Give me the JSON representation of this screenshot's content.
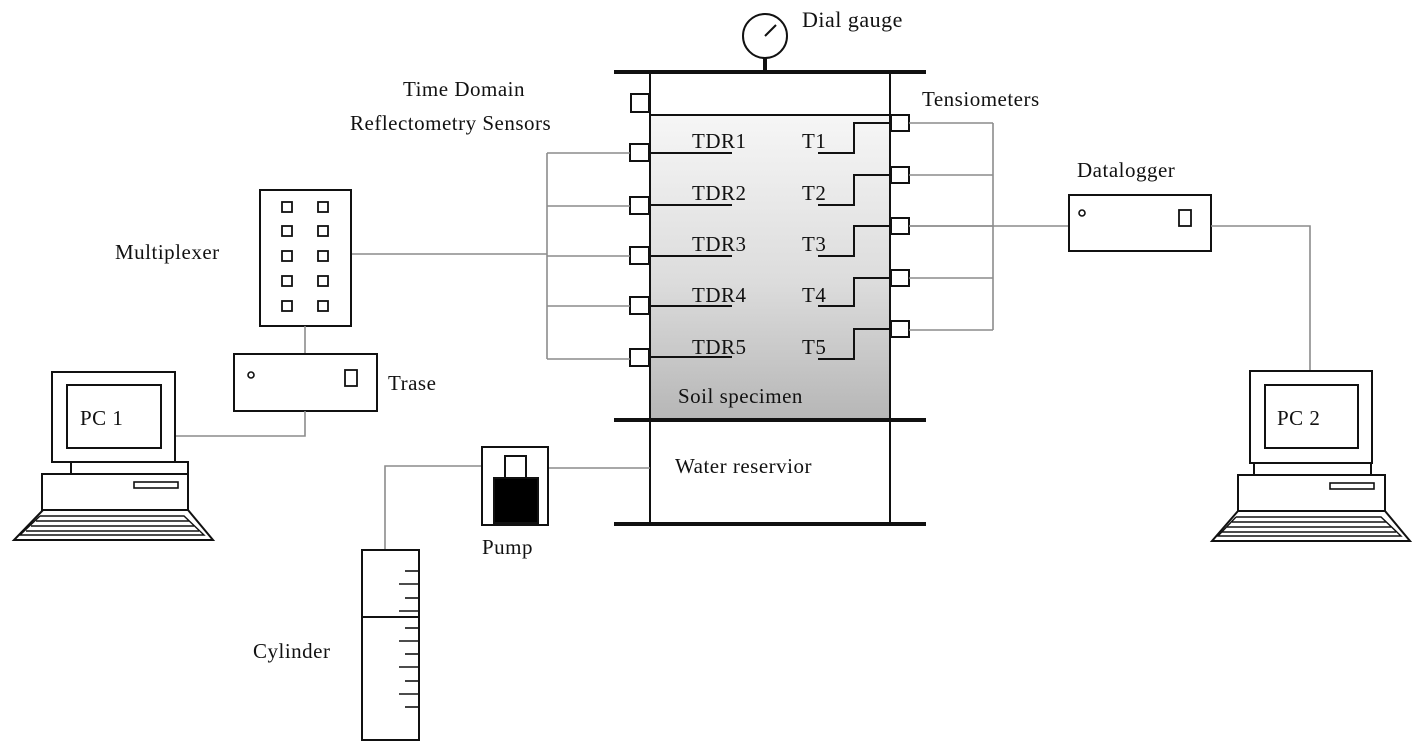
{
  "labels": {
    "dial_gauge": "Dial gauge",
    "tdr_title_line1": "Time Domain",
    "tdr_title_line2": "Reflectometry Sensors",
    "tensiometers": "Tensiometers",
    "datalogger": "Datalogger",
    "multiplexer": "Multiplexer",
    "trase": "Trase",
    "soil_specimen": "Soil specimen",
    "water_reservoir": "Water reservior",
    "pump": "Pump",
    "cylinder": "Cylinder",
    "pc1": "PC 1",
    "pc2": "PC 2"
  },
  "tdr_sensors": [
    "TDR1",
    "TDR2",
    "TDR3",
    "TDR4",
    "TDR5"
  ],
  "tensiometer_sensors": [
    "T1",
    "T2",
    "T3",
    "T4",
    "T5"
  ],
  "colors": {
    "line": "#111111",
    "wire": "#8c8c8c",
    "soil_gradient_top": "#f5f5f5",
    "soil_gradient_bottom": "#b8b8b8",
    "pump_fill": "#000000"
  }
}
